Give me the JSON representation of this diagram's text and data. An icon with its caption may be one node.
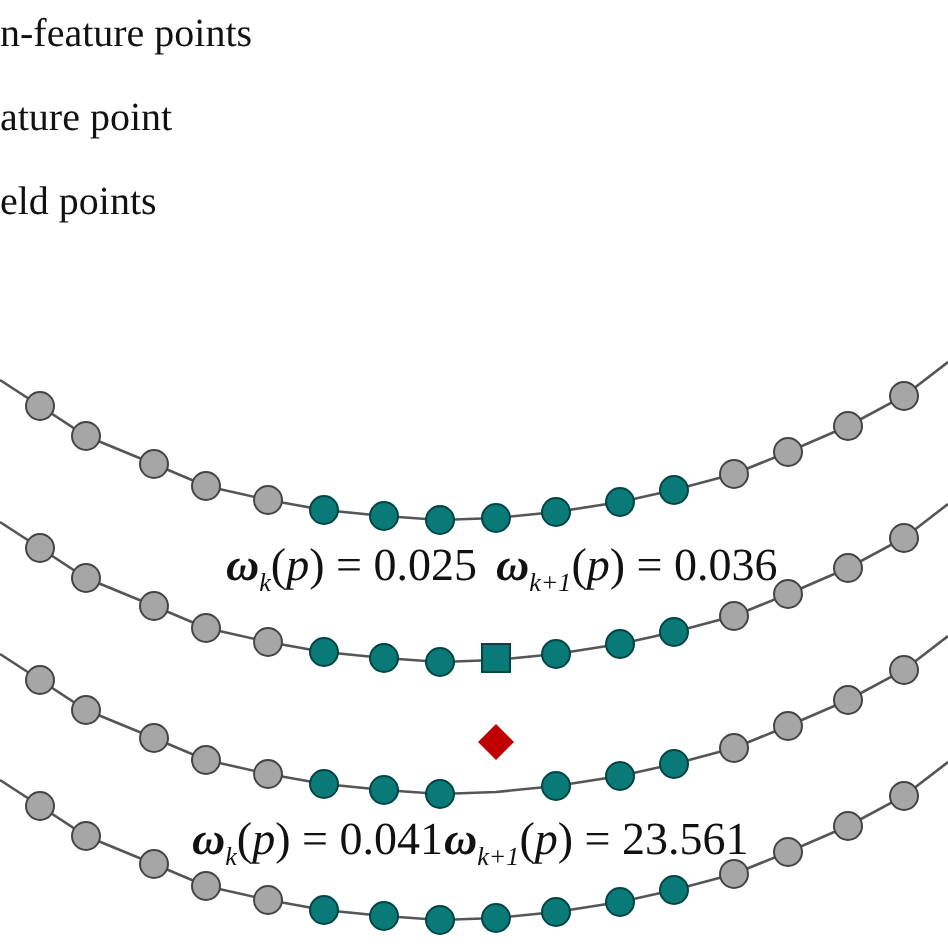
{
  "diagram": {
    "labels": [
      "**ω**$_{k}$(*p*) = 0.025",
      "**ω**$_{k+1}$(*p*) = 0.036",
      "**ω**$_{k}$(*p*) = 0.041",
      "**ω**$_{k+1}$(*p*) = 23.561"
    ],
    "legend": [
      {
        "text": "n-feature points"
      },
      {
        "text": "ature point"
      },
      {
        "text": "eld points"
      }
    ]
  }
}
